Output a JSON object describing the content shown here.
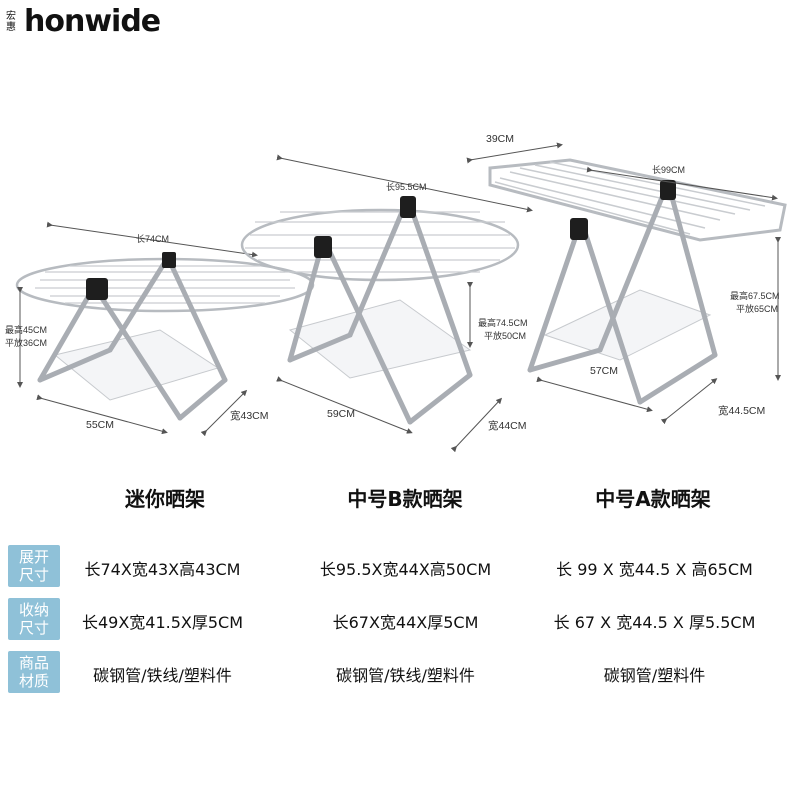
{
  "brand": {
    "seal_text": "宏惠",
    "name": "honwide"
  },
  "products": [
    {
      "title": "迷你晒架",
      "dims": {
        "length": "长74CM",
        "height": "最高45CM",
        "flat": "平放36CM",
        "base": "55CM",
        "width": "宽43CM"
      },
      "open_size": "长74X宽43X高43CM",
      "folded_size": "长49X宽41.5X厚5CM",
      "material": "碳钢管/铁线/塑料件"
    },
    {
      "title": "中号B款晒架",
      "dims": {
        "length": "长95.5CM",
        "height": "最高74.5CM",
        "flat": "平放50CM",
        "base": "59CM",
        "width": "宽44CM"
      },
      "open_size": "长95.5X宽44X高50CM",
      "folded_size": "长67X宽44X厚5CM",
      "material": "碳钢管/铁线/塑料件"
    },
    {
      "title": "中号A款晒架",
      "dims": {
        "wing": "39CM",
        "length": "长99CM",
        "height": "最高67.5CM",
        "flat": "平放65CM",
        "base": "57CM",
        "width": "宽44.5CM"
      },
      "open_size": "长 99 X 宽44.5 X 高65CM",
      "folded_size": "长 67 X 宽44.5 X 厚5.5CM",
      "material": "碳钢管/塑料件"
    }
  ],
  "row_labels": {
    "open": [
      "展开",
      "尺寸"
    ],
    "folded": [
      "收纳",
      "尺寸"
    ],
    "material": [
      "商品",
      "材质"
    ]
  },
  "colors": {
    "label_bg": "#8fc1d8",
    "frame": "#a9adb3",
    "joint": "#1e1e1e"
  }
}
